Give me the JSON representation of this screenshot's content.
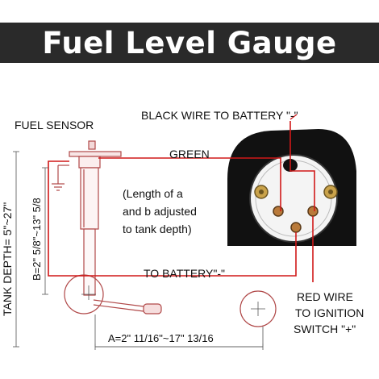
{
  "title": "Fuel Level Gauge",
  "labels": {
    "fuel_sensor": "FUEL SENSOR",
    "black_wire": "BLACK WIRE TO BATTERY \"-\"",
    "green": "GREEN",
    "note_line1": "(Length of a",
    "note_line2": "and b adjusted",
    "note_line3": "to tank depth)",
    "to_battery": "TO BATTERY\"-\"",
    "red_wire_line1": "RED WIRE",
    "red_wire_line2": "TO IGNITION",
    "red_wire_line3": "SWITCH \"+\"",
    "tank_depth": "TANK DEPTH= 5\"~27\"",
    "dim_b": "B=2\"  5/8\"~13\" 5/8",
    "dim_a": "A=2\"  11/16\"~17\" 13/16"
  },
  "colors": {
    "banner": "#2a2a2a",
    "wire_red": "#d01818",
    "sketch": "#b04848",
    "gauge_body": "#111111",
    "terminal": "#c9a24a"
  }
}
